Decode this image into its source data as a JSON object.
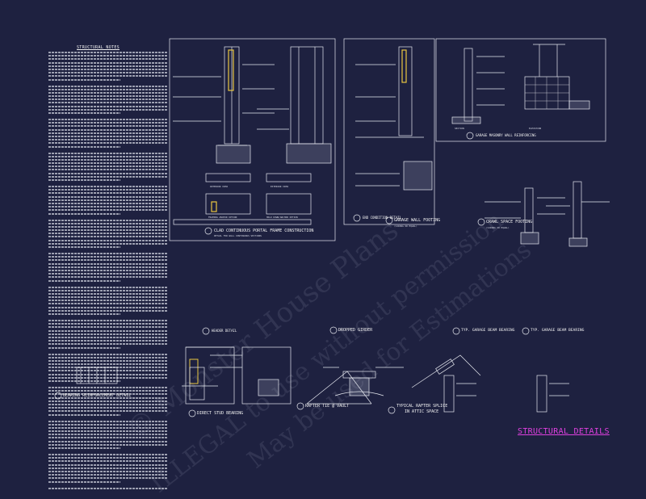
{
  "sheet_title": "STRUCTURAL DETAILS",
  "notes": {
    "title": "STRUCTURAL NOTES",
    "line_count": 118
  },
  "details": [
    {
      "number": "A",
      "caption": "CLAD CONTINUOUS PORTAL FRAME CONSTRUCTION",
      "subcaption": "DETAIL FOR WALL CONTINUOUS SECTIONS"
    },
    {
      "number": "B",
      "caption": "END CONDITION DETAIL"
    },
    {
      "number": "C",
      "caption": "GARAGE MASONRY WALL REINFORCING"
    },
    {
      "number": "D",
      "caption": "GARAGE WALL FOOTING",
      "subcaption": "(SIDING OR EQUAL)"
    },
    {
      "number": "E",
      "caption": "CRAWL SPACE FOOTING",
      "subcaption": "(SIDING OR EQUAL)"
    },
    {
      "number": "F",
      "caption": "HEADER DETAIL"
    },
    {
      "number": "G",
      "caption": "DROPPED GIRDER"
    },
    {
      "number": "H",
      "caption": "TYP. GARAGE BEAM BEARING"
    },
    {
      "number": "I",
      "caption": "TYP. GARAGE BEAM BEARING"
    },
    {
      "number": "J",
      "caption": "BEARING REINFORCEMENT DETAIL"
    },
    {
      "number": "K",
      "caption": "DIRECT STUD BEARING"
    },
    {
      "number": "L",
      "caption": "RAFTER TIE @ VAULT"
    },
    {
      "number": "M",
      "caption": "TYPICAL RAFTER SPLICE",
      "subcaption": "IN ATTIC SPACE"
    }
  ],
  "sub_labels": {
    "interior_view": "INTERIOR VIEW",
    "exterior_view": "EXTERIOR VIEW",
    "section": "SECTION",
    "elevation": "ELEVATION",
    "framing_anchor": "FRAMING ANCHOR OPTION",
    "hold_down": "HOLD DOWN/ANCHOR OPTION"
  },
  "watermark": {
    "line1": "© Monster House Plans",
    "line2": "ILLEGAL to use without permission",
    "line3": "May be used for Estimations"
  },
  "colors": {
    "background": "#1e2140",
    "linework": "#e6e8ef",
    "accent_magenta": "#e040e0",
    "accent_yellow": "#e8c640",
    "hatch_gray": "#9aa0b5"
  }
}
